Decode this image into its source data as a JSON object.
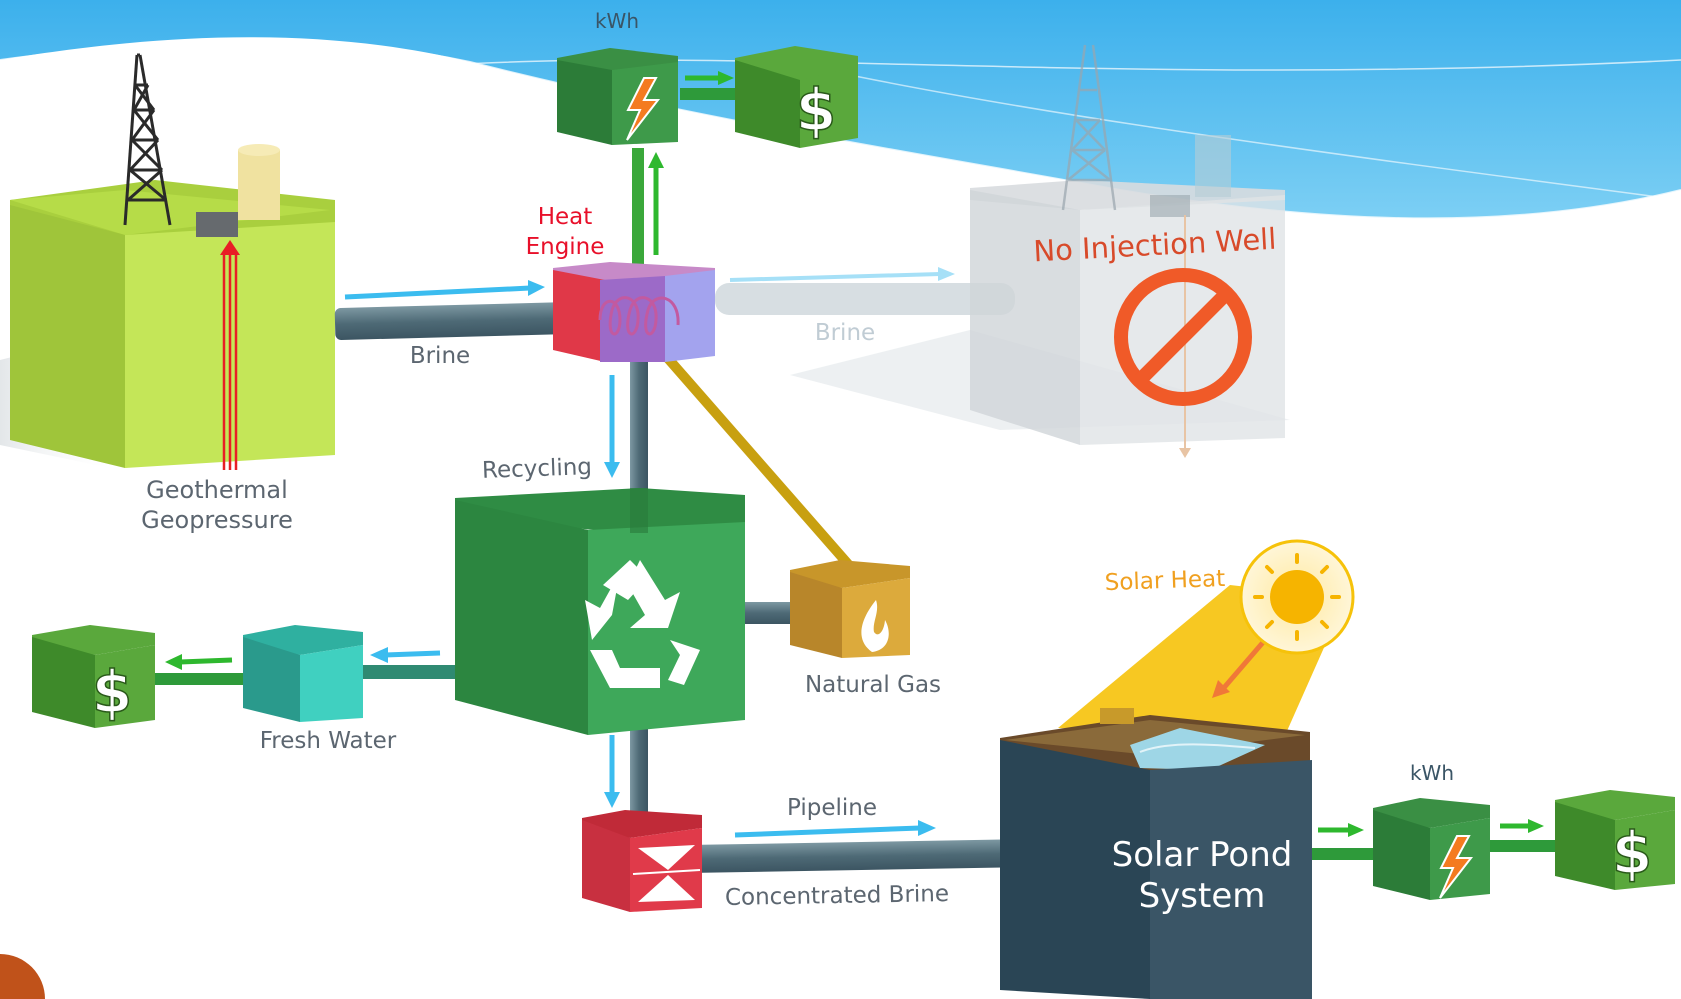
{
  "labels": {
    "kwh_top": "kWh",
    "heat_engine_1": "Heat",
    "heat_engine_2": "Engine",
    "brine_left": "Brine",
    "brine_right": "Brine",
    "no_injection_well": "No Injection Well",
    "geothermal_1": "Geothermal",
    "geothermal_2": "Geopressure",
    "recycling": "Recycling",
    "natural_gas": "Natural Gas",
    "fresh_water": "Fresh Water",
    "solar_heat": "Solar Heat",
    "pipeline": "Pipeline",
    "concentrated_brine": "Concentrated Brine",
    "solar_pond_1": "Solar Pond",
    "solar_pond_2": "System",
    "kwh_right": "kWh",
    "dollar": "$"
  },
  "colors": {
    "sky": "#4fb8ee",
    "well_box": "#bfe05a",
    "recycle_box": "#3ea85a",
    "money_box": "#5aa83c",
    "kwh_box": "#3e9a4a",
    "fresh_water_box": "#3cc8b8",
    "gas_box": "#dcaa3c",
    "heat_engine_red": "#e4464e",
    "heat_engine_blue": "#9a9ae8",
    "valve_red": "#e03a4a",
    "pond_box": "#3a5566",
    "pipe": "#5a7884",
    "flow_arrow_blue": "#3bbcef",
    "flow_arrow_green": "#2eb82e",
    "prohibit": "#f05a28",
    "heat_engine_label": "#e8102a",
    "solar_heat_label": "#f0a020",
    "text_gray": "#5c6670"
  },
  "icons": [
    "oil-derrick-icon",
    "lightning-icon",
    "dollar-icon",
    "recycle-icon",
    "flame-icon",
    "sun-icon",
    "no-entry-icon",
    "valve-icon"
  ]
}
